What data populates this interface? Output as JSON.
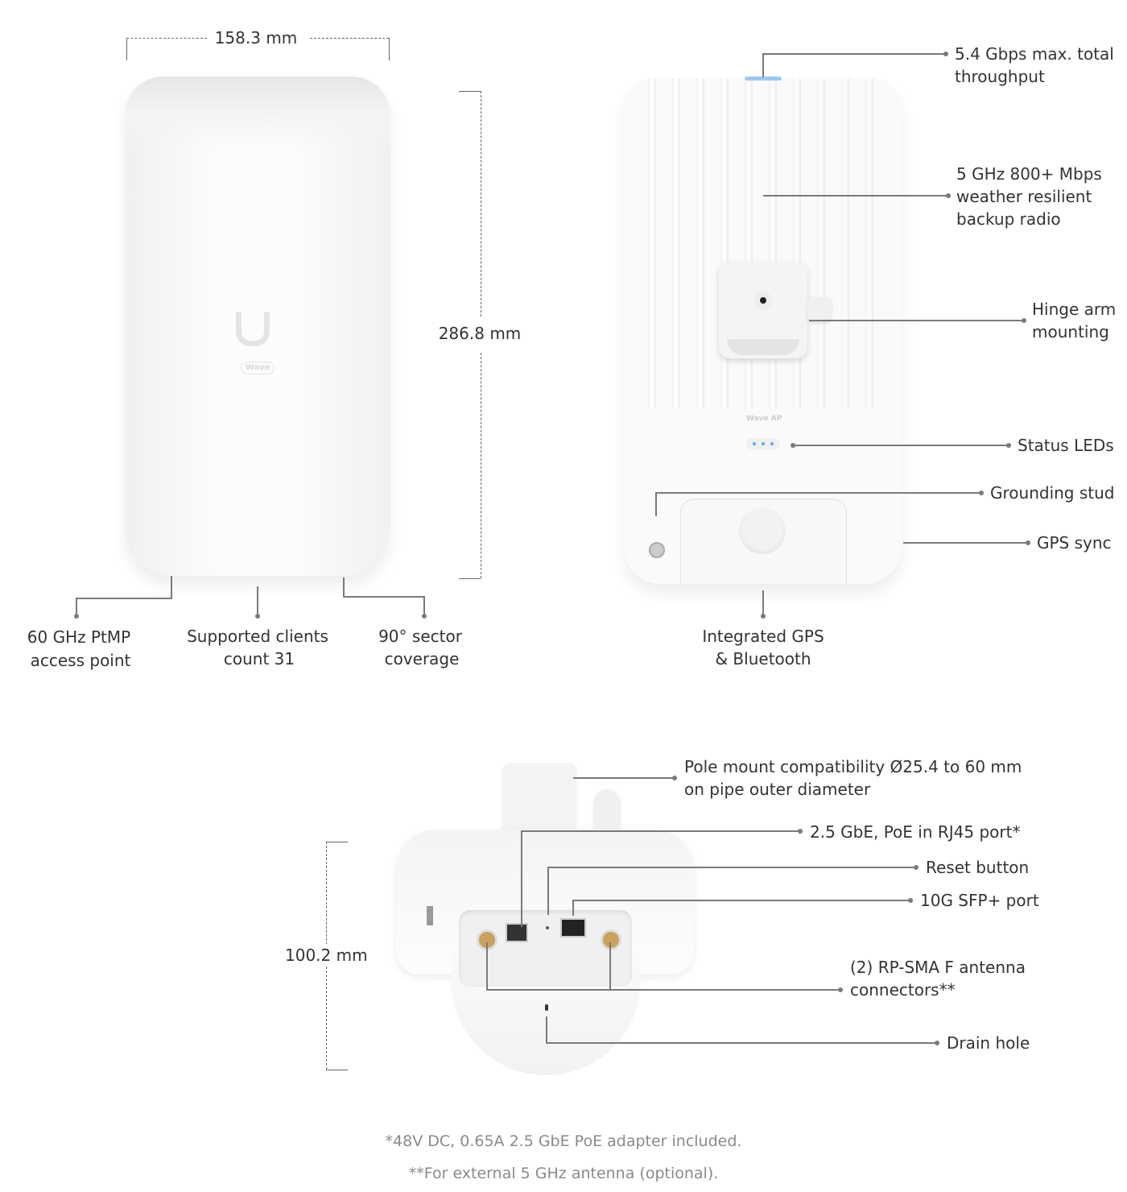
{
  "dimensions": {
    "width": "158.3 mm",
    "height": "286.8 mm",
    "depth": "100.2 mm"
  },
  "front_view": {
    "logo_text": "Wave",
    "callouts": [
      {
        "lines": [
          "60 GHz PtMP",
          "access point"
        ]
      },
      {
        "lines": [
          "Supported clients",
          "count 31"
        ]
      },
      {
        "lines": [
          "90° sector",
          "coverage"
        ]
      }
    ]
  },
  "back_view": {
    "model_label": "Wave AP",
    "led_color": "#5aa9f5",
    "callouts": [
      {
        "lines": [
          "5.4 Gbps max. total",
          "throughput"
        ]
      },
      {
        "lines": [
          "5 GHz 800+ Mbps",
          "weather resilient",
          "backup radio"
        ]
      },
      {
        "lines": [
          "Hinge arm",
          "mounting"
        ]
      },
      {
        "lines": [
          "Status LEDs"
        ]
      },
      {
        "lines": [
          "Grounding stud"
        ]
      },
      {
        "lines": [
          "GPS sync"
        ]
      },
      {
        "lines": [
          "Integrated GPS",
          "& Bluetooth"
        ]
      }
    ]
  },
  "bottom_view": {
    "callouts": [
      {
        "lines": [
          "Pole mount compatibility Ø25.4 to 60 mm",
          "on pipe outer diameter"
        ]
      },
      {
        "lines": [
          "2.5 GbE, PoE in RJ45 port*"
        ]
      },
      {
        "lines": [
          "Reset button"
        ]
      },
      {
        "lines": [
          "10G SFP+ port"
        ]
      },
      {
        "lines": [
          "(2) RP-SMA F antenna",
          "connectors**"
        ]
      },
      {
        "lines": [
          "Drain hole"
        ]
      }
    ]
  },
  "footnotes": [
    "*48V DC, 0.65A 2.5 GbE PoE adapter included.",
    "**For external 5 GHz antenna (optional)."
  ]
}
